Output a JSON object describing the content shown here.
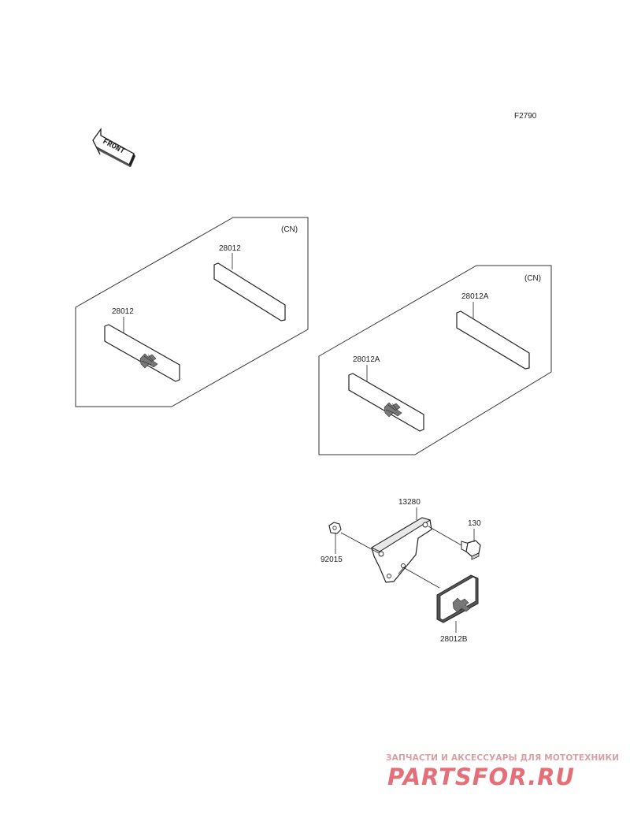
{
  "figure_code": "F2790",
  "front_label": "FRONT",
  "group_labels": [
    "(CN)",
    "(CN)"
  ],
  "parts": {
    "p28012_top": "28012",
    "p28012_bottom": "28012",
    "p28012A_top": "28012A",
    "p28012A_bottom": "28012A",
    "p13280": "13280",
    "p130": "130",
    "p92015": "92015",
    "p28012B": "28012B"
  },
  "watermark": {
    "tagline": "ЗАПЧАСТИ И АКСЕССУАРЫ ДЛЯ МОТОТЕХНИКИ",
    "brand": "PARTSFOR.RU"
  }
}
